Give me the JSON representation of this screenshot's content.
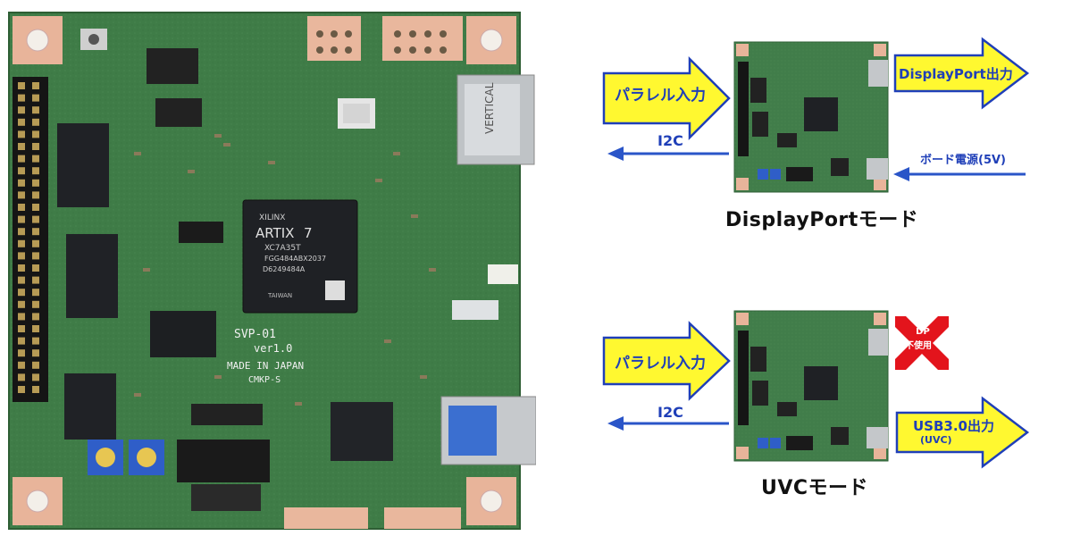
{
  "board_photo": {
    "chip_brand": "XILINX",
    "chip_name": "ARTIX",
    "chip_series": "7",
    "chip_part": "XC7A35T",
    "chip_package": "FGG484ABX2037",
    "chip_lot": "D6249484A",
    "chip_origin": "TAIWAN",
    "silk_model": "SVP-01",
    "silk_version": "ver1.0",
    "silk_made": "MADE IN JAPAN",
    "silk_ref": "CMKP-S",
    "connector_brand": "VERTICAL"
  },
  "dp_mode": {
    "input_label": "パラレル入力",
    "output_label": "DisplayPort出力",
    "i2c_label": "I2C",
    "power_label": "ボード電源(5V)",
    "caption": "DisplayPortモード"
  },
  "uvc_mode": {
    "input_label": "パラレル入力",
    "output_label_line1": "USB3.0出力",
    "output_label_line2": "(UVC)",
    "i2c_label": "I2C",
    "dp_badge_line1": "DP",
    "dp_badge_line2": "不使用",
    "caption": "UVCモード"
  },
  "colors": {
    "pcb": "#3d7a46",
    "arrow_fill": "#fff830",
    "arrow_stroke": "#1f3fb8",
    "line_blue": "#2a55c8",
    "cross_red": "#e3141c",
    "copper": "#e8b49a"
  }
}
